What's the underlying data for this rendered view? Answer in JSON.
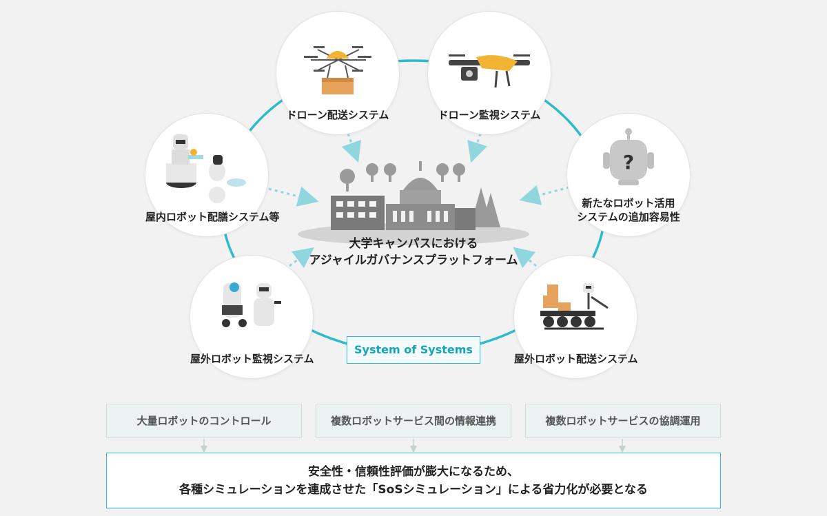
{
  "colors": {
    "ring": "#2bbccc",
    "arrow": "#8fd6df",
    "badge_text": "#17a6b8",
    "node_bg": "#ffffff",
    "box_bg": "#ecf2f2",
    "illustration_gray": "#8c8c8c",
    "accent_yellow": "#f2b233",
    "accent_box": "#e6a25a"
  },
  "nodes": [
    {
      "label": "ドローン配送システム",
      "icon": "delivery-drone-icon"
    },
    {
      "label": "ドローン監視システム",
      "icon": "camera-drone-icon"
    },
    {
      "label": "屋内ロボット配膳システム等",
      "icon": "serving-robot-icon"
    },
    {
      "label": "新たなロボット活用",
      "label2": "システムの追加容易性",
      "icon": "question-robot-icon"
    },
    {
      "label": "屋外ロボット監視システム",
      "icon": "security-robot-icon"
    },
    {
      "label": "屋外ロボット配送システム",
      "icon": "delivery-rover-icon"
    }
  ],
  "center": {
    "line1": "大学キャンパスにおける",
    "line2": "アジャイルガバナンスプラットフォーム",
    "icon": "campus-icon"
  },
  "badge": "System of Systems",
  "boxes": [
    "大量ロボットのコントロール",
    "複数ロボットサービス間の情報連携",
    "複数ロボットサービスの協調運用"
  ],
  "result": {
    "line1": "安全性・信頼性評価が膨大になるため、",
    "line2": "各種シミュレーションを連成させた「SoSシミュレーション」による省力化が必要となる"
  }
}
